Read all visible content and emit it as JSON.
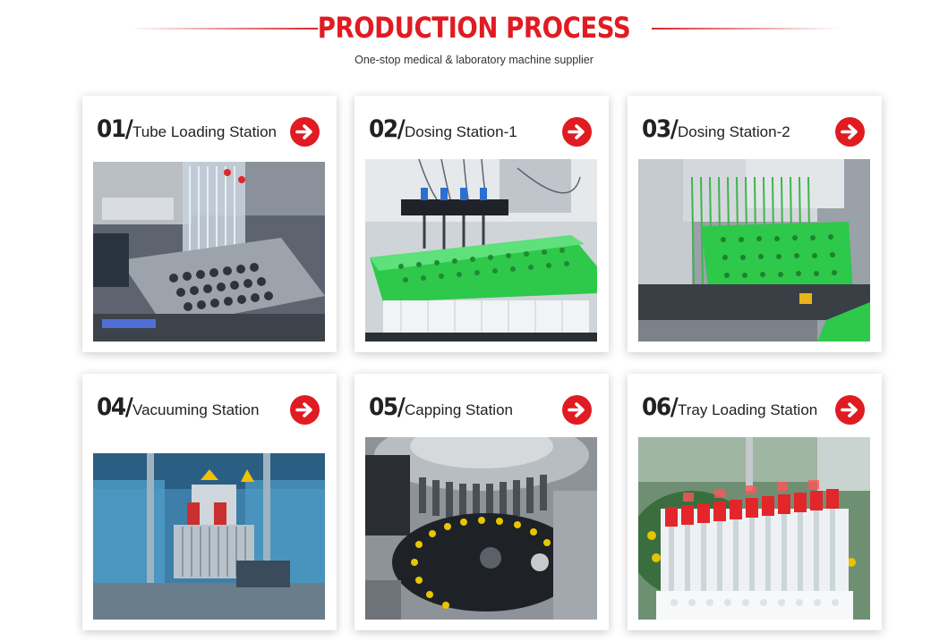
{
  "header": {
    "title": "PRODUCTION PROCESS",
    "subtitle": "One-stop medical & laboratory machine supplier"
  },
  "stations": [
    {
      "number": "01/",
      "label": "Tube Loading Station",
      "icon": "arrow-right-circle-icon"
    },
    {
      "number": "02/",
      "label": "Dosing Station-1",
      "icon": "arrow-right-circle-icon"
    },
    {
      "number": "03/",
      "label": "Dosing Station-2",
      "icon": "arrow-right-circle-icon"
    },
    {
      "number": "04/",
      "label": "Vacuuming Station",
      "icon": "arrow-right-circle-icon"
    },
    {
      "number": "05/",
      "label": "Capping Station",
      "icon": "arrow-right-circle-icon"
    },
    {
      "number": "06/",
      "label": "Tray Loading Station",
      "icon": "arrow-right-circle-icon"
    }
  ],
  "colors": {
    "accent": "#e01b22",
    "text": "#222222",
    "tray_green": "#2ec84a",
    "cap_red": "#e3262a"
  }
}
